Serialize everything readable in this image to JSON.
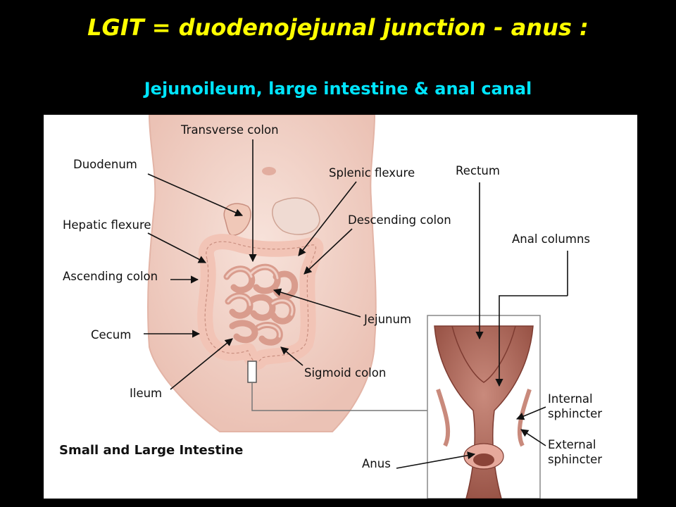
{
  "slide": {
    "title": "LGIT = duodenojejunal junction - anus :",
    "subtitle": "Jejunoileum, large intestine & anal canal",
    "title_color": "#ffff00",
    "subtitle_color": "#00e5ff",
    "background": "#000000"
  },
  "diagram": {
    "caption": "Small and Large Intestine",
    "labels": {
      "transverse_colon": "Transverse colon",
      "duodenum": "Duodenum",
      "splenic_flexure": "Splenic flexure",
      "rectum": "Rectum",
      "hepatic_flexure": "Hepatic flexure",
      "descending_colon": "Descending colon",
      "anal_columns": "Anal columns",
      "ascending_colon": "Ascending colon",
      "jejunum": "Jejunum",
      "cecum": "Cecum",
      "sigmoid_colon": "Sigmoid colon",
      "ileum": "Ileum",
      "internal_sphincter_1": "Internal",
      "internal_sphincter_2": "sphincter",
      "external_sphincter_1": "External",
      "external_sphincter_2": "sphincter",
      "anus": "Anus"
    },
    "colors": {
      "skin": "#f4d6cc",
      "skin_shadow": "#e9b8aa",
      "intestine": "#f2c4b6",
      "intestine_edge": "#c98f80",
      "rectum_tissue": "#b0675a",
      "rectum_dark": "#7d3b31",
      "arrow": "#111111"
    }
  }
}
